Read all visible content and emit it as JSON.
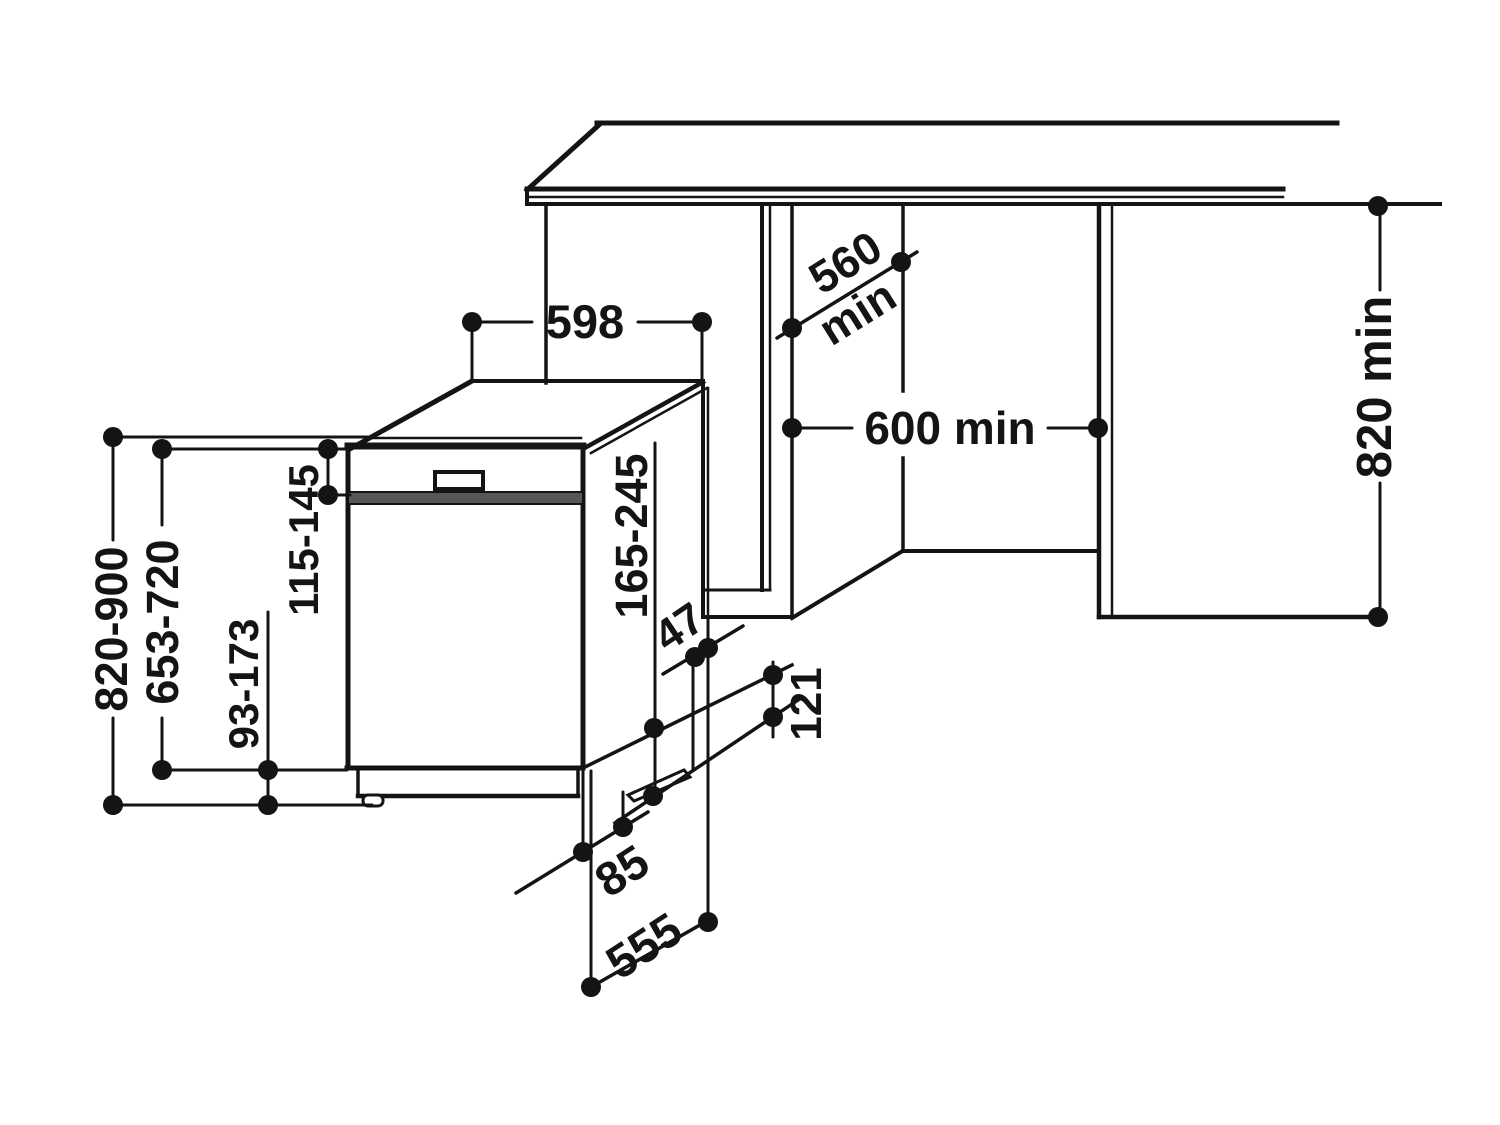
{
  "diagram": {
    "kind": "installation-drawing",
    "subject": "built-under dishwasher niche dimensions"
  },
  "colors": {
    "line": "#141414",
    "handle_groove": "#575757",
    "background": "#ffffff"
  },
  "labels": {
    "w598": "598",
    "d560_value": "560",
    "d560_unit": "min",
    "w600": "600 min",
    "h820": "820 min",
    "h820_900": "820-900",
    "h653_720": "653-720",
    "h115_145": "115-145",
    "h93_173": "93-173",
    "h165_245": "165-245",
    "d47": "47",
    "d121": "121",
    "d85": "85",
    "d555": "555"
  }
}
